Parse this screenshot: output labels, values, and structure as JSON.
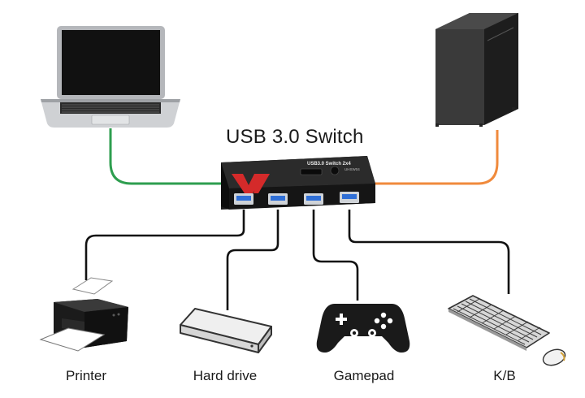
{
  "diagram": {
    "title": "USB 3.0 Switch",
    "switch_panel_text": "USB3.0 Switch 2x4",
    "switch_panel_subtext": "UHSW04",
    "devices": [
      {
        "label": "Printer",
        "icon": "printer-icon"
      },
      {
        "label": "Hard drive",
        "icon": "hard-drive-icon"
      },
      {
        "label": "Gamepad",
        "icon": "gamepad-icon"
      },
      {
        "label": "K/B",
        "icon": "keyboard-icon"
      }
    ],
    "hosts": [
      {
        "icon": "laptop-icon"
      },
      {
        "icon": "desktop-tower-icon"
      }
    ],
    "colors": {
      "laptop_cable": "#2e9e4f",
      "pc_cable": "#f08a3c",
      "device_cable": "#111111",
      "switch_body": "#1c1c1c",
      "usb_port": "#2f6fd6",
      "logo_red": "#d42a2a"
    }
  }
}
